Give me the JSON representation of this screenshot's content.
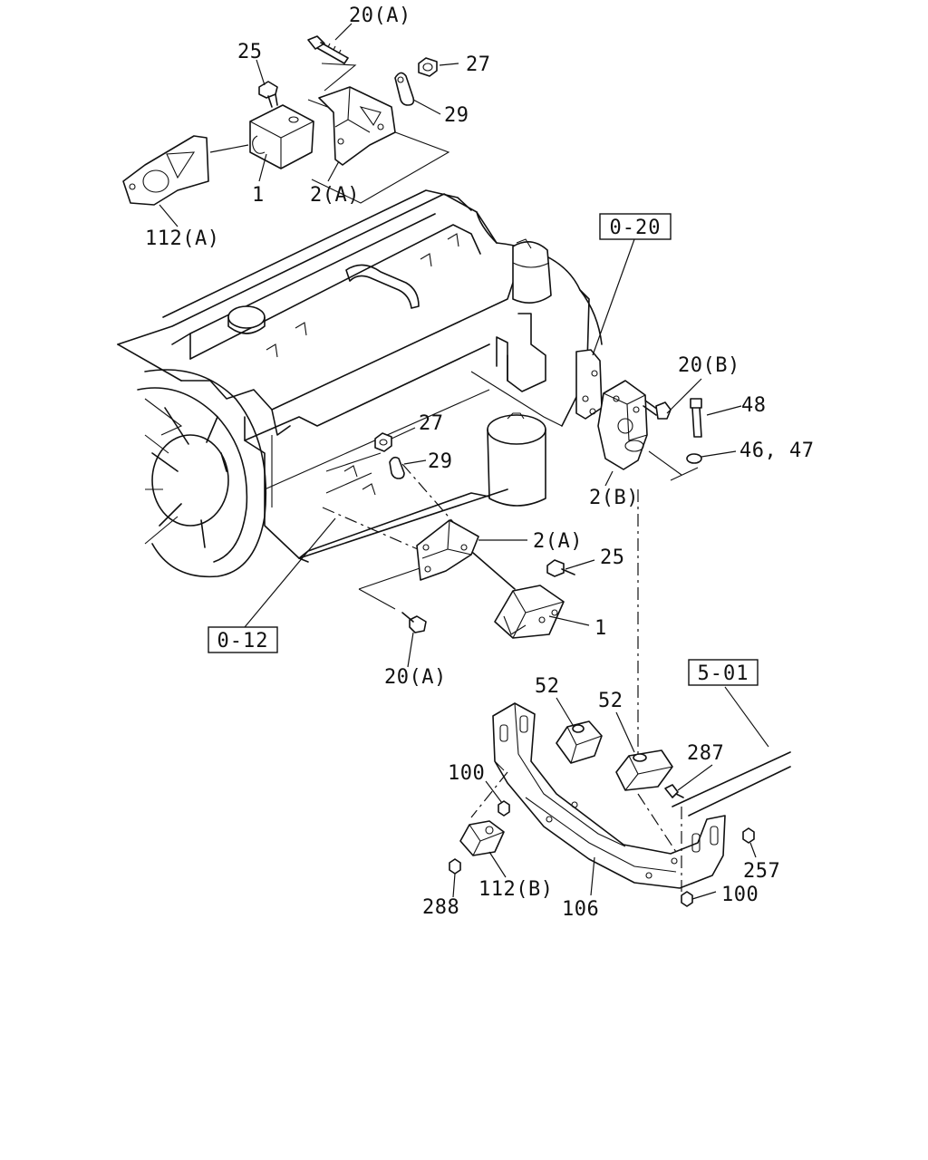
{
  "labels": {
    "bolt_20a_top": "20(A)",
    "bolt_25_top": "25",
    "nut_27_top": "27",
    "clip_29_top": "29",
    "mount_1_top": "1",
    "bracket_2a_top": "2(A)",
    "bracket_112a": "112(A)",
    "bolt_20b": "20(B)",
    "bolt_48": "48",
    "washer_46_47": "46, 47",
    "bracket_2b": "2(B)",
    "nut_27_mid": "27",
    "clip_29_mid": "29",
    "bracket_2a_mid": "2(A)",
    "bolt_25_mid": "25",
    "mount_1_mid": "1",
    "bolt_20a_mid": "20(A)",
    "cushion_52_left": "52",
    "cushion_52_right": "52",
    "bolt_287": "287",
    "nut_100_left": "100",
    "nut_257": "257",
    "nut_100_right": "100",
    "bracket_112b": "112(B)",
    "crossmember_106": "106",
    "nut_288": "288"
  },
  "references": {
    "ref_0_20": "0-20",
    "ref_0_12": "0-12",
    "ref_5_01": "5-01"
  }
}
